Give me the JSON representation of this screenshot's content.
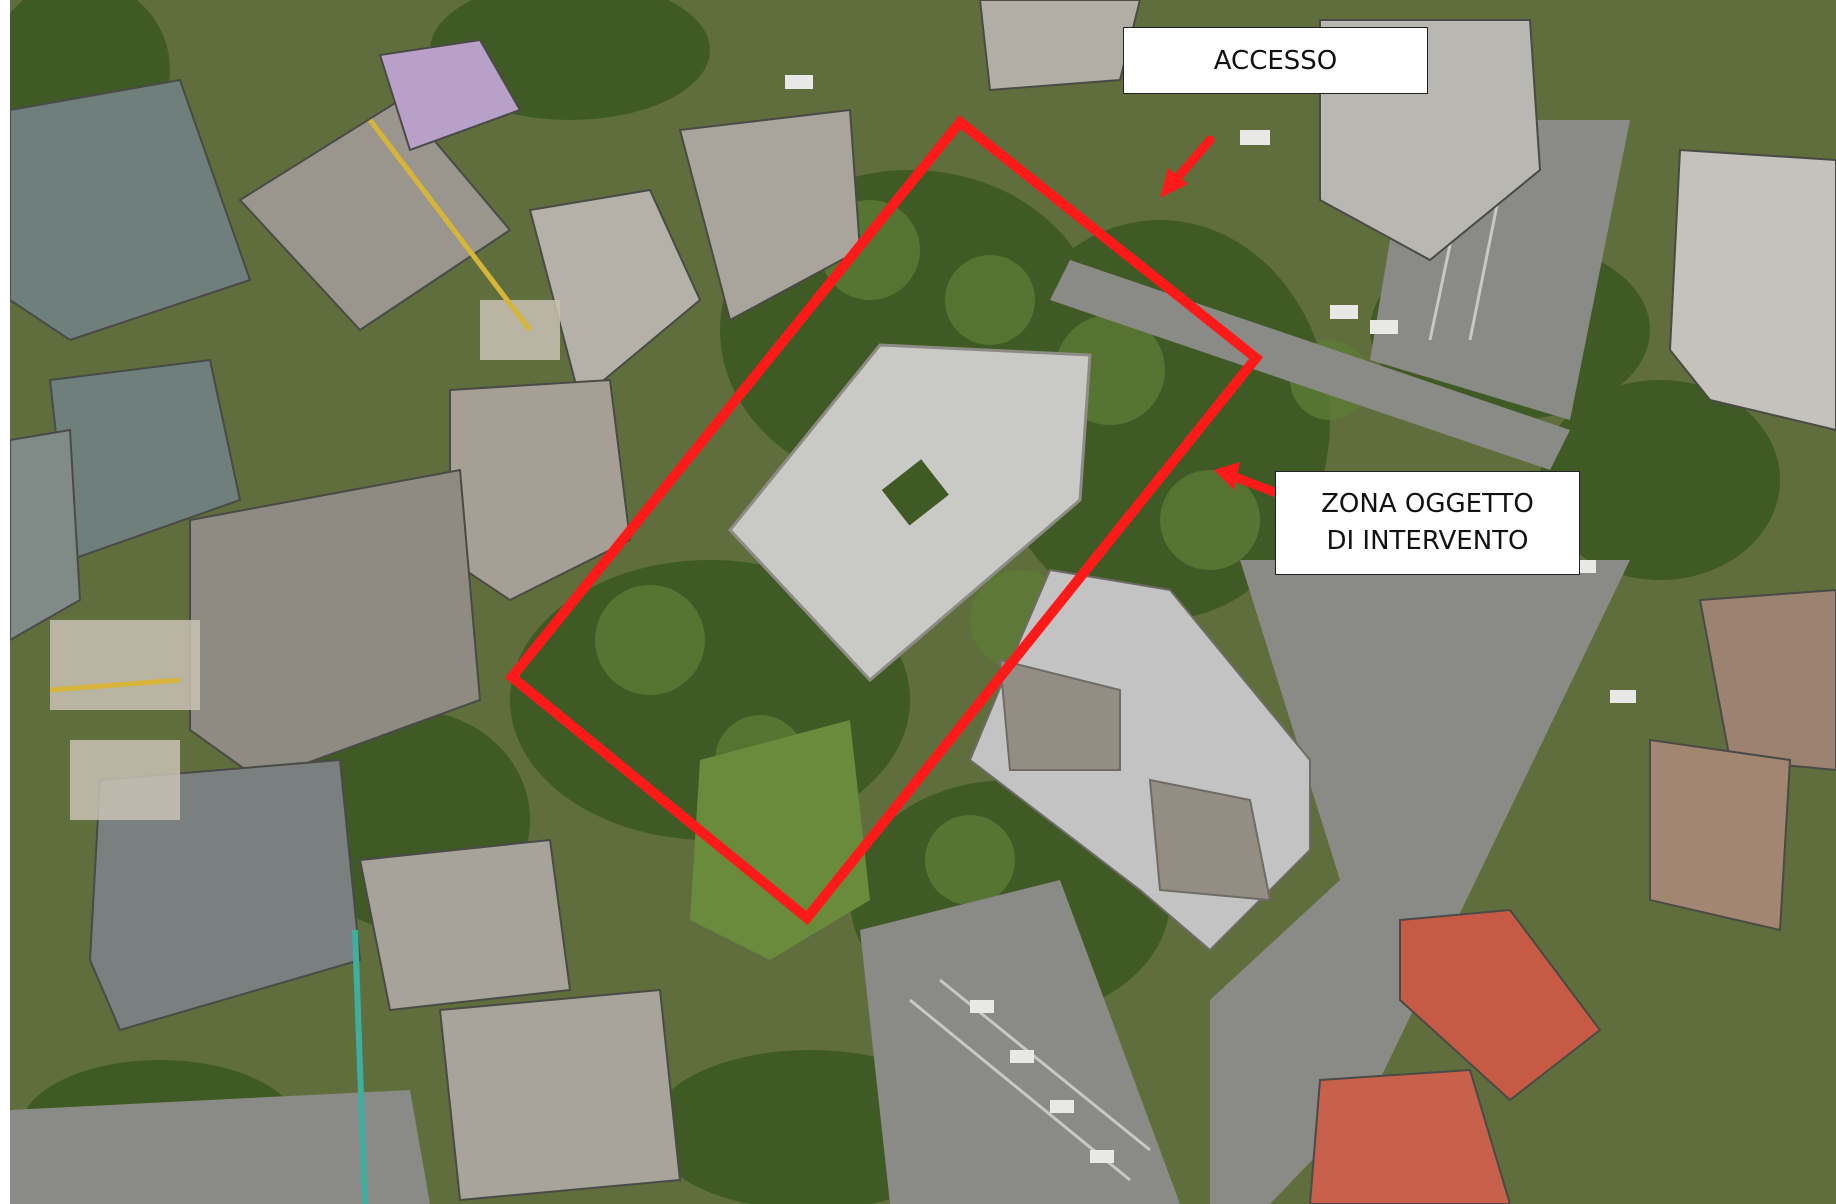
{
  "map": {
    "type": "aerial-photo",
    "labels": {
      "accesso": "ACCESSO",
      "zona_line1": "ZONA OGGETTO",
      "zona_line2": "DI INTERVENTO"
    },
    "colors": {
      "boundary": "#ff1a1a",
      "arrow": "#ff1a1a",
      "label_bg": "#ffffff",
      "label_text": "#111111"
    }
  }
}
